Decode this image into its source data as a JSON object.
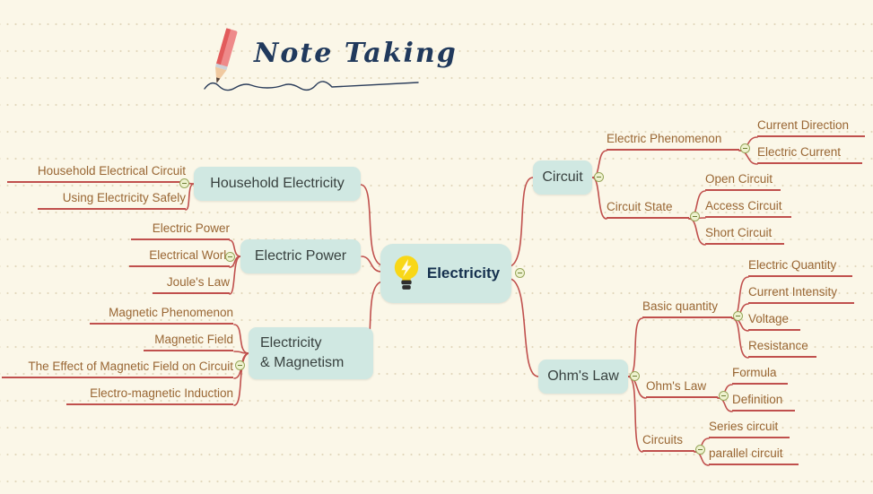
{
  "title": {
    "text": "Note Taking"
  },
  "icons": {
    "pencil": "pencil-icon",
    "squiggle": "squiggle-underline",
    "bulb": "light-bulb-icon",
    "collapse": "minus-circle-icon"
  },
  "colors": {
    "background": "#fbf7e8",
    "node_fill": "#d0e8e2",
    "node_text": "#38413f",
    "central_text": "#15304e",
    "branch_line": "#c0504d",
    "leaf_text": "#996633",
    "underline": "#c0504d",
    "title_text": "#20395c",
    "collapse_fill": "#eef2cf",
    "collapse_border": "#97a65a",
    "bulb_yellow": "#f8d717"
  },
  "root": {
    "label": "Electricity"
  },
  "left_branches": [
    {
      "label": "Household Electricity",
      "children": [
        {
          "label": "Household Electrical Circuit"
        },
        {
          "label": "Using Electricity Safely"
        }
      ]
    },
    {
      "label": "Electric Power",
      "children": [
        {
          "label": "Electric Power"
        },
        {
          "label": "Electrical Work"
        },
        {
          "label": "Joule's Law"
        }
      ]
    },
    {
      "label": "Electricity & Magnetism",
      "lines": [
        "Electricity",
        "& Magnetism"
      ],
      "children": [
        {
          "label": "Magnetic Phenomenon"
        },
        {
          "label": "Magnetic Field"
        },
        {
          "label": "The Effect of Magnetic Field on Circuit"
        },
        {
          "label": "Electro-magnetic Induction"
        }
      ]
    }
  ],
  "right_branches": [
    {
      "label": "Circuit",
      "children": [
        {
          "label": "Electric Phenomenon",
          "children": [
            {
              "label": "Current Direction"
            },
            {
              "label": "Electric Current"
            }
          ]
        },
        {
          "label": "Circuit State",
          "children": [
            {
              "label": "Open Circuit"
            },
            {
              "label": "Access Circuit"
            },
            {
              "label": "Short Circuit"
            }
          ]
        }
      ]
    },
    {
      "label": "Ohm's Law",
      "children": [
        {
          "label": "Basic quantity",
          "children": [
            {
              "label": "Electric Quantity"
            },
            {
              "label": "Current Intensity"
            },
            {
              "label": "Voltage"
            },
            {
              "label": "Resistance"
            }
          ]
        },
        {
          "label": "Ohm's Law",
          "children": [
            {
              "label": "Formula"
            },
            {
              "label": "Definition"
            }
          ]
        },
        {
          "label": "Circuits",
          "children": [
            {
              "label": "Series circuit"
            },
            {
              "label": "parallel circuit"
            }
          ]
        }
      ]
    }
  ]
}
